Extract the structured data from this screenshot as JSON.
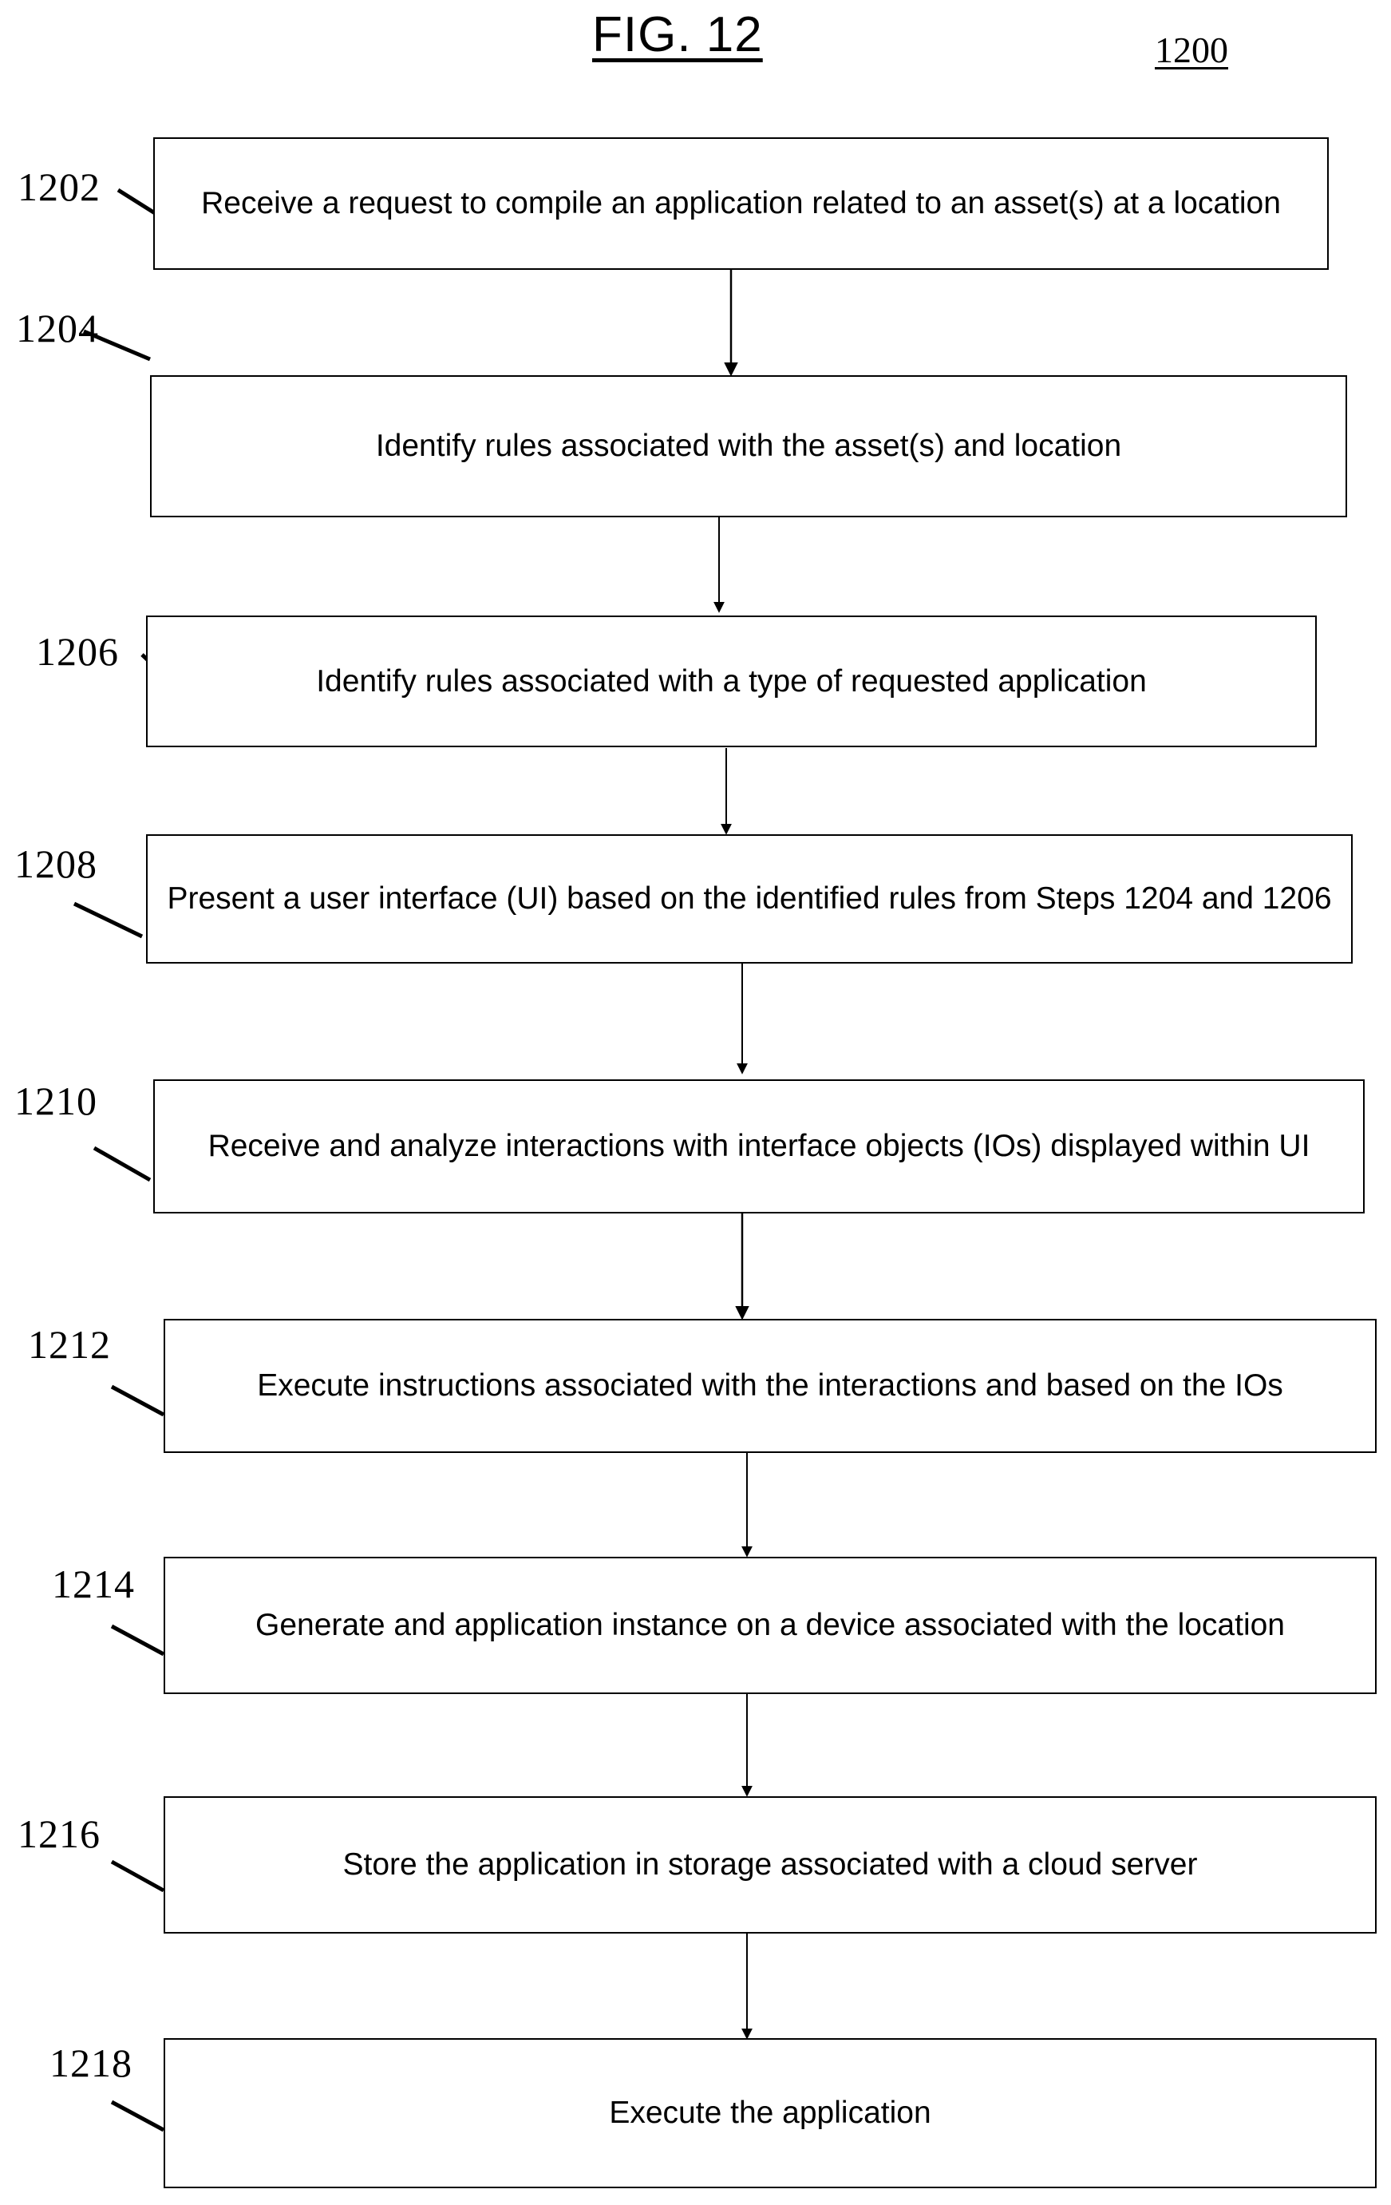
{
  "figure": {
    "title": "FIG. 12",
    "reference_number": "1200"
  },
  "flowchart": {
    "type": "process-flow",
    "orientation": "vertical-top-to-bottom",
    "steps": [
      {
        "ref": "1202",
        "text": "Receive a request to compile an application related to an asset(s) at a location"
      },
      {
        "ref": "1204",
        "text": "Identify rules associated with the asset(s) and location"
      },
      {
        "ref": "1206",
        "text": "Identify rules associated with a type of requested application"
      },
      {
        "ref": "1208",
        "text": "Present a user interface (UI) based on the identified rules from Steps 1204 and 1206"
      },
      {
        "ref": "1210",
        "text": "Receive and analyze interactions with interface objects (IOs) displayed within UI"
      },
      {
        "ref": "1212",
        "text": "Execute instructions associated with the interactions and based on the IOs"
      },
      {
        "ref": "1214",
        "text": "Generate and application instance on a device associated with the location"
      },
      {
        "ref": "1216",
        "text": "Store the application in storage associated with a cloud server"
      },
      {
        "ref": "1218",
        "text": "Execute the application"
      }
    ]
  },
  "colors": {
    "stroke": "#000000",
    "background": "#ffffff",
    "text": "#000000"
  }
}
